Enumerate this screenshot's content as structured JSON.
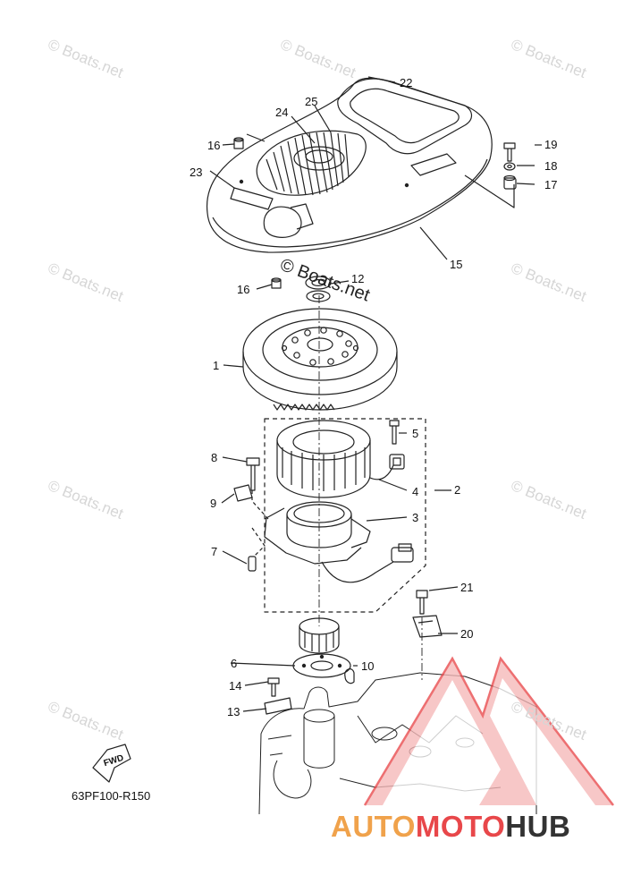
{
  "callouts": [
    {
      "num": "1"
    },
    {
      "num": "2"
    },
    {
      "num": "3"
    },
    {
      "num": "4"
    },
    {
      "num": "5"
    },
    {
      "num": "6"
    },
    {
      "num": "7"
    },
    {
      "num": "8"
    },
    {
      "num": "9"
    },
    {
      "num": "10"
    },
    {
      "num": "12"
    },
    {
      "num": "13"
    },
    {
      "num": "14"
    },
    {
      "num": "15"
    },
    {
      "num": "16"
    },
    {
      "num": "16"
    },
    {
      "num": "17"
    },
    {
      "num": "18"
    },
    {
      "num": "19"
    },
    {
      "num": "20"
    },
    {
      "num": "21"
    },
    {
      "num": "22"
    },
    {
      "num": "23"
    },
    {
      "num": "24"
    },
    {
      "num": "25"
    }
  ],
  "watermark": "© Boats.net",
  "part_code": "63PF100-R150",
  "fwd_label": "FWD",
  "brand": {
    "part1": "AUTO",
    "part2": "MOTO",
    "part3": "HUB"
  },
  "colors": {
    "line": "#222222",
    "brand_orange": "#f0a24b",
    "brand_red": "#e8474a",
    "brand_dark": "#333333",
    "watermark": "#d6d6d6"
  }
}
